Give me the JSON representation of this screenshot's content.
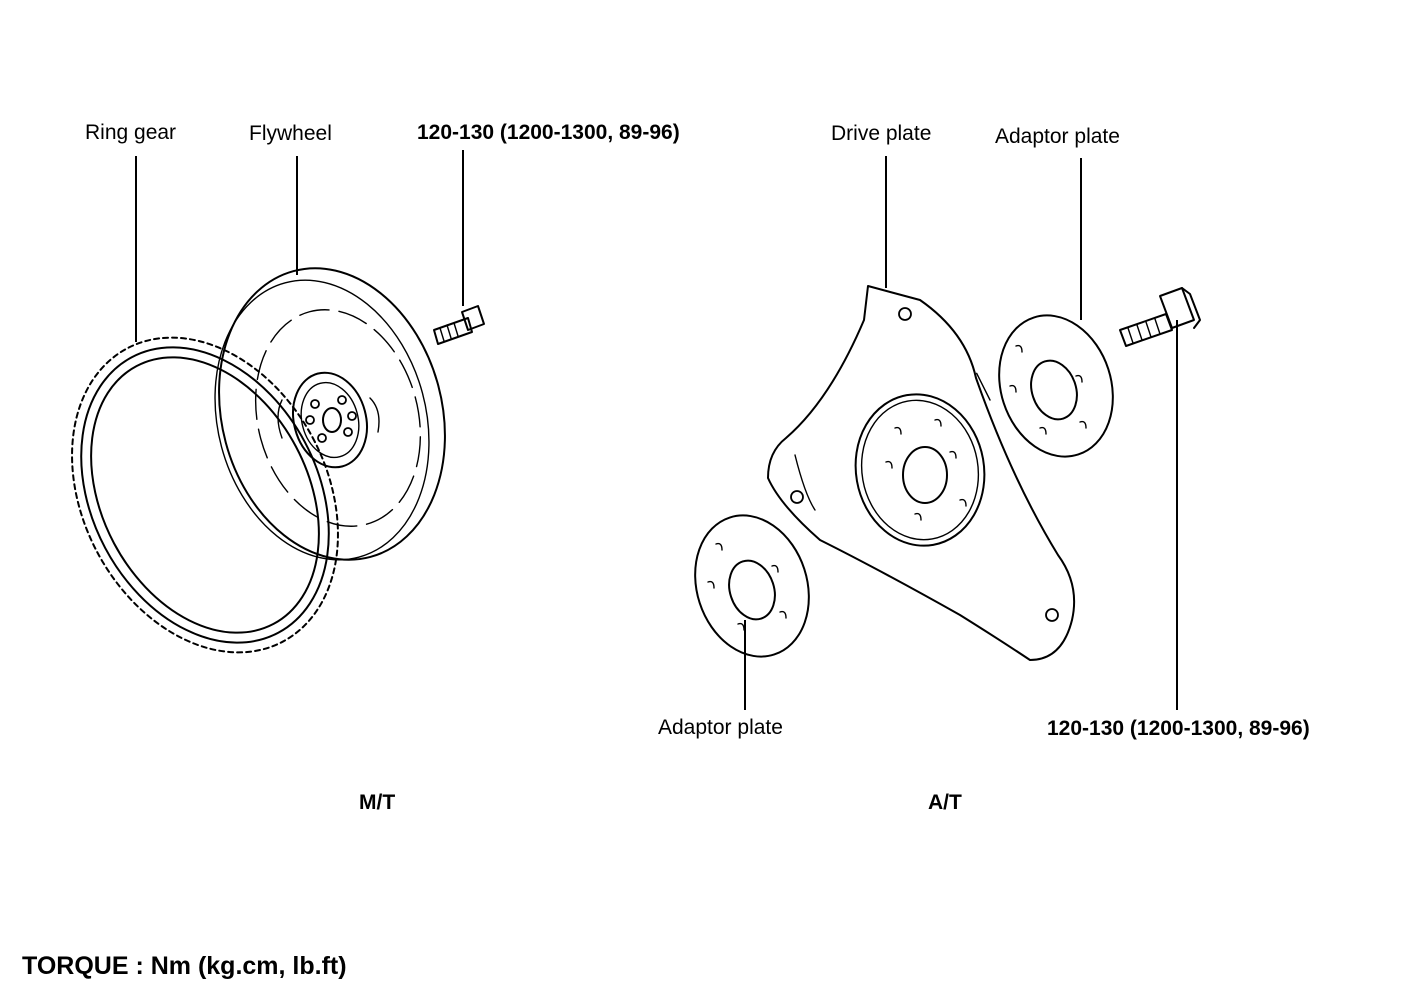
{
  "manual_transmission": {
    "ring_gear_label": "Ring gear",
    "flywheel_label": "Flywheel",
    "bolt_torque_label": "120-130 (1200-1300, 89-96)",
    "section_label": "M/T"
  },
  "automatic_transmission": {
    "drive_plate_label": "Drive plate",
    "adaptor_plate_top_label": "Adaptor plate",
    "adaptor_plate_bottom_label": "Adaptor plate",
    "bolt_torque_label": "120-130 (1200-1300, 89-96)",
    "section_label": "A/T"
  },
  "torque_units_note": "TORQUE : Nm (kg.cm, lb.ft)"
}
